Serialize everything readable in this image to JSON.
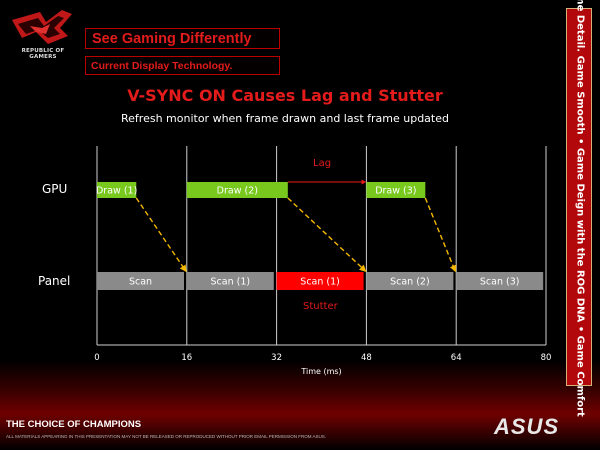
{
  "brand": {
    "logo_text": "REPUBLIC OF GAMERS",
    "tagline": "See Gaming Differently",
    "tagline_sub": "Current Display Technology."
  },
  "slide": {
    "title": "V-SYNC ON Causes Lag and Stutter",
    "subtitle": "Refresh monitor when frame drawn and last frame updated"
  },
  "diagram": {
    "rows": [
      {
        "id": "gpu",
        "label": "GPU"
      },
      {
        "id": "panel",
        "label": "Panel"
      }
    ],
    "gpu_bars": [
      {
        "label": "Draw (1)",
        "start": 0,
        "end": 7,
        "color": "#78c81e"
      },
      {
        "label": "Draw (2)",
        "start": 16,
        "end": 34,
        "color": "#78c81e"
      },
      {
        "label": "Draw (3)",
        "start": 48,
        "end": 58.5,
        "color": "#78c81e"
      }
    ],
    "panel_bars": [
      {
        "label": "Scan",
        "start": 0,
        "end": 15.5,
        "color": "#8a8a8a"
      },
      {
        "label": "Scan (1)",
        "start": 16,
        "end": 31.5,
        "color": "#8a8a8a"
      },
      {
        "label": "Scan (1)",
        "start": 32,
        "end": 47.5,
        "color": "#ff0000"
      },
      {
        "label": "Scan (2)",
        "start": 48,
        "end": 63.5,
        "color": "#8a8a8a"
      },
      {
        "label": "Scan (3)",
        "start": 64,
        "end": 79.5,
        "color": "#8a8a8a"
      }
    ],
    "arrows": [
      {
        "from": 7,
        "to": 16
      },
      {
        "from": 34,
        "to": 48
      },
      {
        "from": 58.5,
        "to": 64
      }
    ],
    "lag": {
      "label": "Lag",
      "start": 34,
      "end": 48
    },
    "stutter_label": "Stutter",
    "ticks": [
      0,
      16,
      32,
      48,
      64,
      80
    ],
    "axis_label": "Time (ms)"
  },
  "side_banner": "Game Detail. Game Smooth • Game Deign with the ROG DNA • Game Comfort",
  "footer": {
    "slogan": "THE CHOICE OF CHAMPIONS",
    "disclaimer": "ALL MATERIALS APPEARING IN THIS PRESENTATION MAY NOT BE RELEASED OR REPRODUCED WITHOUT PRIOR EMAIL PERMISSION FROM ASUS.",
    "logo_text": "ASUS"
  },
  "colors": {
    "accent": "#e31b1b",
    "draw": "#78c81e",
    "scan": "#8a8a8a",
    "stutter": "#ff0000",
    "arrow": "#f5b800"
  }
}
